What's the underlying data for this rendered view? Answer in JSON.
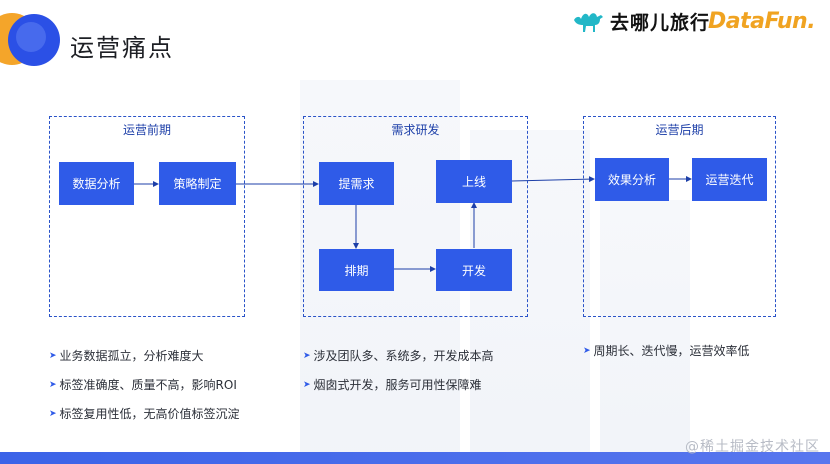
{
  "header": {
    "title": "运营痛点",
    "brand_qunar": "去哪儿旅行",
    "brand_datafun": "DataFun."
  },
  "sections": {
    "early": {
      "label": "运营前期",
      "nodes": {
        "data_analysis": "数据分析",
        "strategy": "策略制定"
      }
    },
    "dev": {
      "label": "需求研发",
      "nodes": {
        "request": "提需求",
        "launch": "上线",
        "schedule": "排期",
        "develop": "开发"
      }
    },
    "late": {
      "label": "运营后期",
      "nodes": {
        "effect_analysis": "效果分析",
        "iteration": "运营迭代"
      }
    }
  },
  "pain_points": {
    "early": [
      "业务数据孤立，分析难度大",
      "标签准确度、质量不高，影响ROI",
      "标签复用性低，无高价值标签沉淀"
    ],
    "dev": [
      "涉及团队多、系统多，开发成本高",
      "烟囱式开发，服务可用性保障难"
    ],
    "late": [
      "周期长、迭代慢，运营效率低"
    ]
  },
  "colors": {
    "accent": "#2f5be8",
    "border": "#2a53c8",
    "logo_orange": "#f4a52a",
    "brand_orange": "#f0a321"
  },
  "watermark": "@稀土掘金技术社区"
}
